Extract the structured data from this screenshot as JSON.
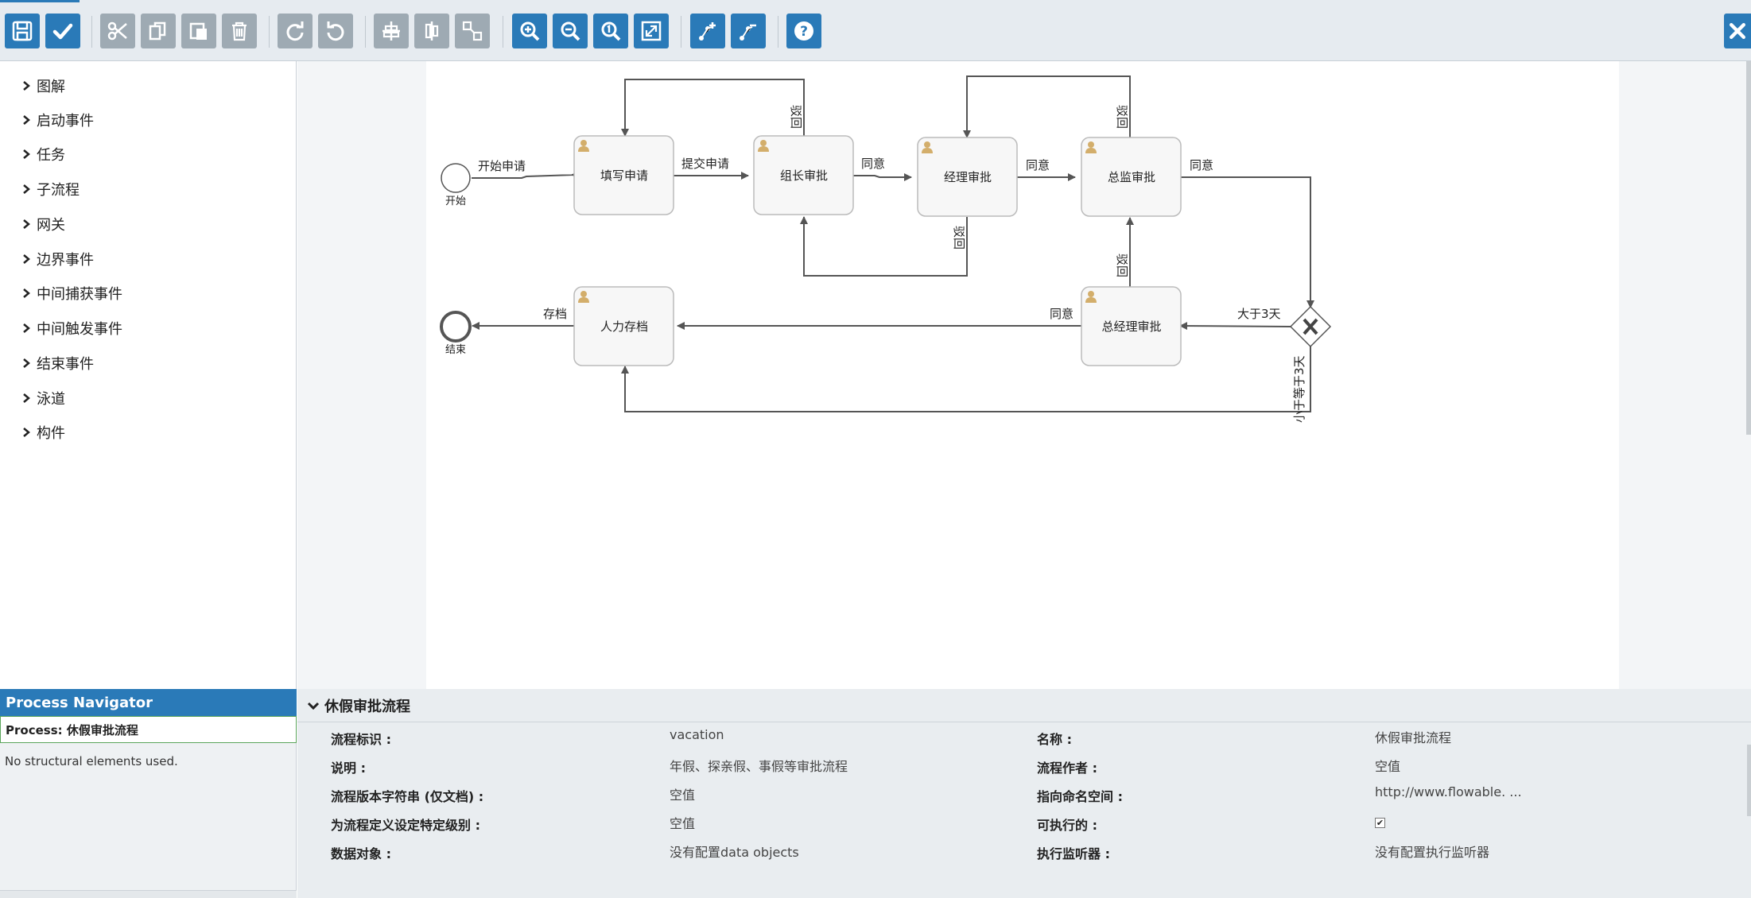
{
  "toolbar": {
    "buttons": [
      {
        "name": "save-button",
        "icon": "save-icon"
      },
      {
        "name": "validate-button",
        "icon": "check-icon"
      },
      {
        "name": "cut-button",
        "icon": "scissors-icon"
      },
      {
        "name": "copy-button",
        "icon": "copy-icon"
      },
      {
        "name": "paste-button",
        "icon": "paste-icon"
      },
      {
        "name": "delete-button",
        "icon": "trash-icon"
      },
      {
        "name": "redo-button",
        "icon": "redo-icon"
      },
      {
        "name": "undo-button",
        "icon": "undo-icon"
      },
      {
        "name": "align-vertical-button",
        "icon": "align-vertical-icon"
      },
      {
        "name": "align-horizontal-button",
        "icon": "align-horizontal-icon"
      },
      {
        "name": "same-size-button",
        "icon": "same-size-icon"
      },
      {
        "name": "zoom-in-button",
        "icon": "zoom-in-icon"
      },
      {
        "name": "zoom-out-button",
        "icon": "zoom-out-icon"
      },
      {
        "name": "zoom-actual-button",
        "icon": "zoom-actual-icon"
      },
      {
        "name": "zoom-fit-button",
        "icon": "zoom-fit-icon"
      },
      {
        "name": "add-bendpoint-button",
        "icon": "add-bendpoint-icon"
      },
      {
        "name": "remove-bendpoint-button",
        "icon": "remove-bendpoint-icon"
      },
      {
        "name": "help-button",
        "icon": "help-icon"
      }
    ],
    "close_icon": "close-icon"
  },
  "palette": {
    "items": [
      "图解",
      "启动事件",
      "任务",
      "子流程",
      "网关",
      "边界事件",
      "中间捕获事件",
      "中间触发事件",
      "结束事件",
      "泳道",
      "构件"
    ]
  },
  "diagram": {
    "start_label": "开始",
    "end_label": "结束",
    "tasks": {
      "fill": "填写申请",
      "leader": "组长审批",
      "manager": "经理审批",
      "director": "总监审批",
      "gm": "总经理审批",
      "hr": "人力存档"
    },
    "flows": {
      "start_apply": "开始申请",
      "submit": "提交申请",
      "agree1": "同意",
      "agree2": "同意",
      "agree3": "同意",
      "agree_gm": "同意",
      "archive": "存档",
      "reject_leader": "驳回",
      "reject_manager": "驳回",
      "reject_director": "驳回",
      "reject_gm": "驳回",
      "more_3_days": "大于3天",
      "less_eq_3_days": "小于等于3天"
    }
  },
  "navigator": {
    "title": "Process Navigator",
    "process": "Process: 休假审批流程",
    "empty": "No structural elements used."
  },
  "properties": {
    "header": "休假审批流程",
    "left": [
      {
        "label": "流程标识 :",
        "value": "vacation"
      },
      {
        "label": "说明 :",
        "value": "年假、探亲假、事假等审批流程"
      },
      {
        "label": "流程版本字符串 (仅文档) :",
        "value": "空值"
      },
      {
        "label": "为流程定义设定特定级别 :",
        "value": "空值"
      },
      {
        "label": "数据对象 :",
        "value": "没有配置data objects"
      }
    ],
    "right": [
      {
        "label": "名称 :",
        "value": "休假审批流程"
      },
      {
        "label": "流程作者 :",
        "value": "空值"
      },
      {
        "label": "指向命名空间 :",
        "value": "http://www.flowable. ..."
      },
      {
        "label": "可执行的 :",
        "value": "✔"
      },
      {
        "label": "执行监听器 :",
        "value": "没有配置执行监听器"
      }
    ]
  },
  "colors": {
    "accent": "#2a7ab8",
    "toolbar_bg": "#e6ebf0",
    "task_fill": "#f7f7f7",
    "task_stroke": "#bbbbbb",
    "flow": "#555555",
    "user_icon": "#d3ae6b"
  }
}
